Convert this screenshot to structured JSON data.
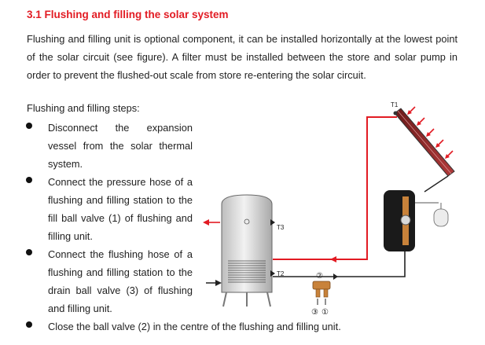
{
  "section": {
    "title": "3.1 Flushing and filling the solar system",
    "intro": "Flushing and filling unit is optional component, it can be installed horizontally at the lowest point of the solar circuit (see figure). A filter must be installed between the store and solar pump in order to prevent the flushed-out scale from store re-entering the solar circuit."
  },
  "steps": {
    "heading": "Flushing and filling steps:",
    "items": [
      "Disconnect the expansion vessel from the solar thermal system.",
      "Connect the pressure hose of a flushing and filling station to the fill ball valve (1) of flushing and filling unit.",
      "Connect the flushing hose of a flushing and filling station to the drain ball valve (3) of flushing and filling unit.",
      "Close the ball valve (2) in the centre of the flushing and filling unit."
    ]
  },
  "figure": {
    "labels": {
      "t1": "T1",
      "t2": "T2",
      "t3": "T3",
      "valve1": "①",
      "valve2": "②",
      "valve3": "③"
    },
    "colors": {
      "hot_line": "#e21b23",
      "cold_line": "#222222",
      "tank": "#d9d9d9",
      "station": "#1a1a1a",
      "valve": "#c8823a"
    }
  }
}
